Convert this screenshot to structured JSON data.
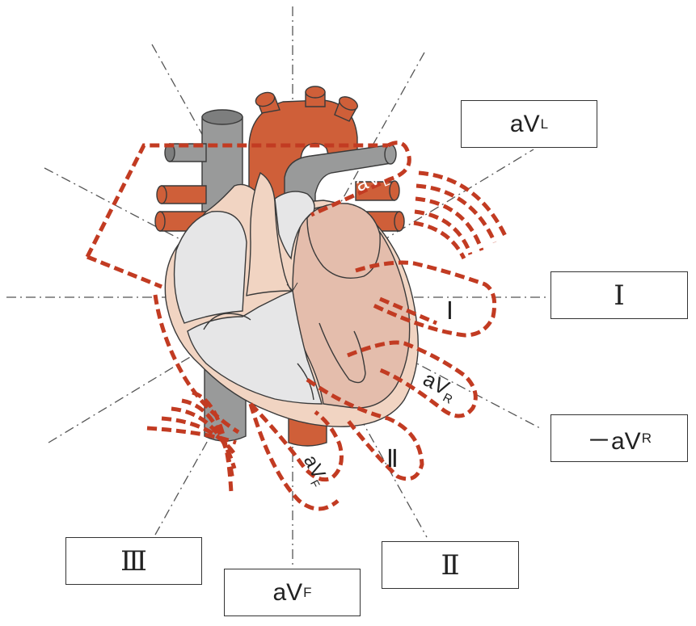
{
  "boxes": {
    "avl": {
      "main": "aV",
      "sub": "L"
    },
    "i": {
      "main": "Ⅰ"
    },
    "neg_avr": {
      "main": "－aV",
      "sub": "R"
    },
    "ii": {
      "main": "Ⅱ"
    },
    "avf": {
      "main": "aV",
      "sub": "F"
    },
    "iii": {
      "main": "Ⅲ"
    }
  },
  "inner_labels": {
    "avl": {
      "main": "aV",
      "sub": "L"
    },
    "i": {
      "main": "Ⅰ"
    },
    "avr": {
      "main": "aV",
      "sub": "R"
    },
    "ii": {
      "main": "Ⅱ"
    },
    "avf": {
      "main": "aV",
      "sub": "F"
    }
  },
  "colors": {
    "vessel_red": "#cf5f39",
    "vessel_gray": "#999a9a",
    "heart_outer": "#f1d4c2",
    "chamber_left_gray": "#e6e6e7",
    "chamber_right": "#e4bdac",
    "dash_red": "#c23b22",
    "axis_line": "#555555"
  }
}
